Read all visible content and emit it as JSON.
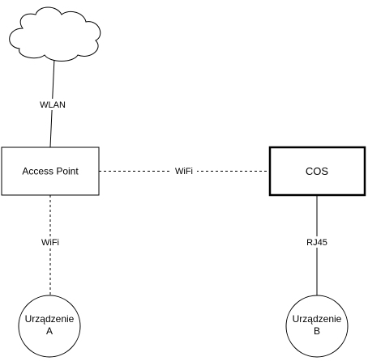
{
  "diagram": {
    "nodes": {
      "cloud": {
        "label": "",
        "shape": "cloud"
      },
      "access_point": {
        "label": "Access Point",
        "shape": "rect"
      },
      "cos": {
        "label": "COS",
        "shape": "rect-bold"
      },
      "device_a": {
        "label_line1": "Urządzenie",
        "label_line2": "A",
        "shape": "circle"
      },
      "device_b": {
        "label_line1": "Urządzenie",
        "label_line2": "B",
        "shape": "circle"
      }
    },
    "edges": {
      "cloud_to_ap": {
        "label": "WLAN",
        "style": "solid"
      },
      "ap_to_cos": {
        "label": "WiFi",
        "style": "dashed"
      },
      "ap_to_device_a": {
        "label": "WiFi",
        "style": "dashed"
      },
      "cos_to_device_b": {
        "label": "RJ45",
        "style": "solid"
      }
    },
    "colors": {
      "stroke": "#000000",
      "fill": "#ffffff"
    }
  }
}
